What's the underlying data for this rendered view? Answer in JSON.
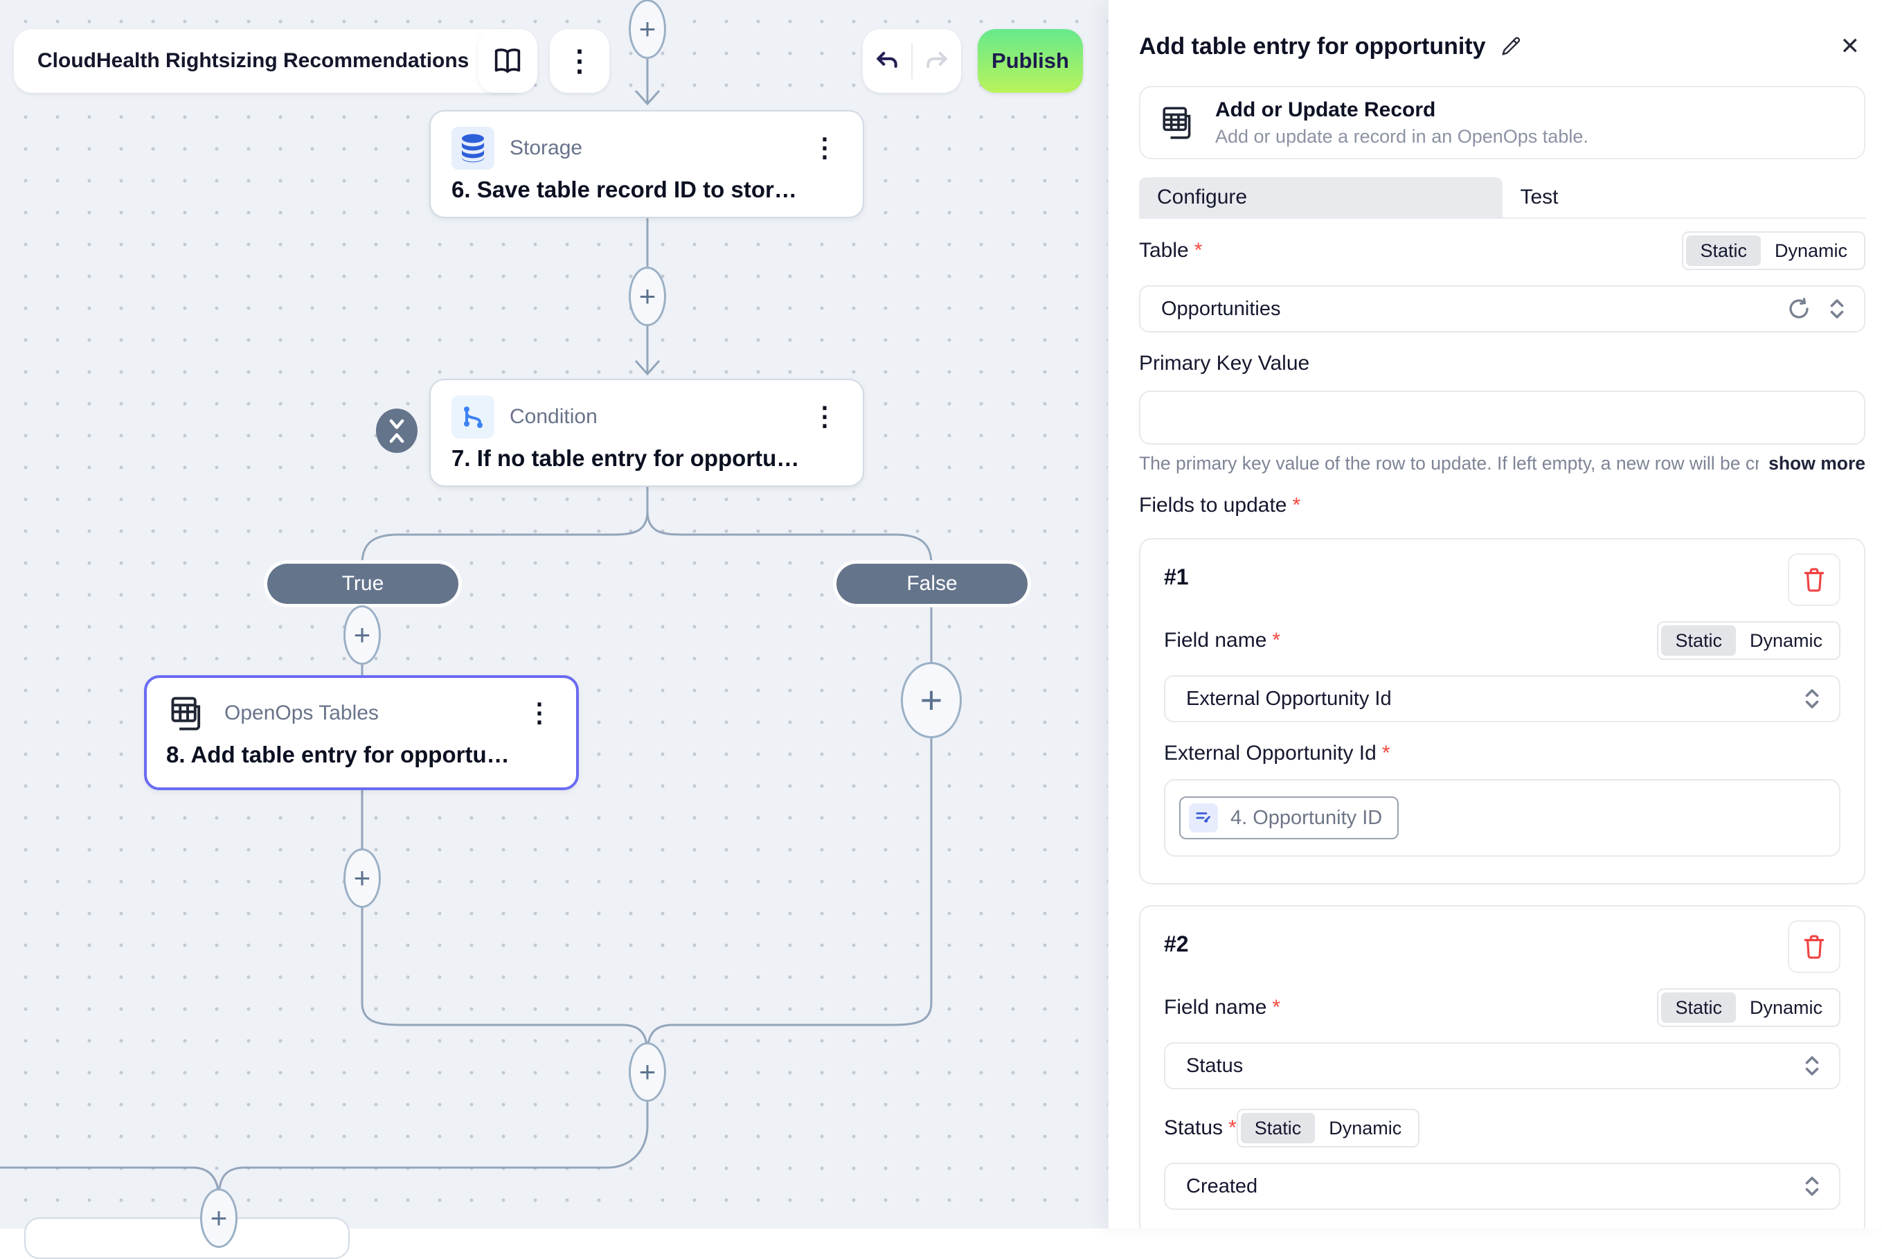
{
  "header": {
    "workflow_name": "CloudHealth Rightsizing Recommendations",
    "publish_label": "Publish"
  },
  "icons": {
    "plus": "+",
    "kebab": "⋮",
    "close": "✕"
  },
  "flow": {
    "branch_true": "True",
    "branch_false": "False",
    "nodes": [
      {
        "app": "Storage",
        "title": "6. Save table record ID to stor…"
      },
      {
        "app": "Condition",
        "title": "7. If no table entry for opportu…"
      },
      {
        "app": "OpenOps Tables",
        "title": "8. Add table entry for opportu…"
      }
    ]
  },
  "panel": {
    "title": "Add table entry for opportunity",
    "action_name": "Add or Update Record",
    "action_description": "Add or update a record in an OpenOps table.",
    "tabs": {
      "configure": "Configure",
      "test": "Test"
    },
    "toggle": {
      "static_label": "Static",
      "dynamic_label": "Dynamic"
    },
    "required_marker": "*",
    "table": {
      "label": "Table",
      "value": "Opportunities"
    },
    "primary_key": {
      "label": "Primary Key Value",
      "value": "",
      "help": "The primary key value of the row to update. If left empty, a new row will be cre…",
      "show_more": "show more"
    },
    "fields_section_label": "Fields to update",
    "fields": [
      {
        "index": "#1",
        "field_name_label": "Field name",
        "field_name_value": "External Opportunity Id",
        "value_label": "External Opportunity Id",
        "token": "4. Opportunity ID"
      },
      {
        "index": "#2",
        "field_name_label": "Field name",
        "field_name_value": "Status",
        "value_label": "Status",
        "value": "Created"
      }
    ]
  }
}
